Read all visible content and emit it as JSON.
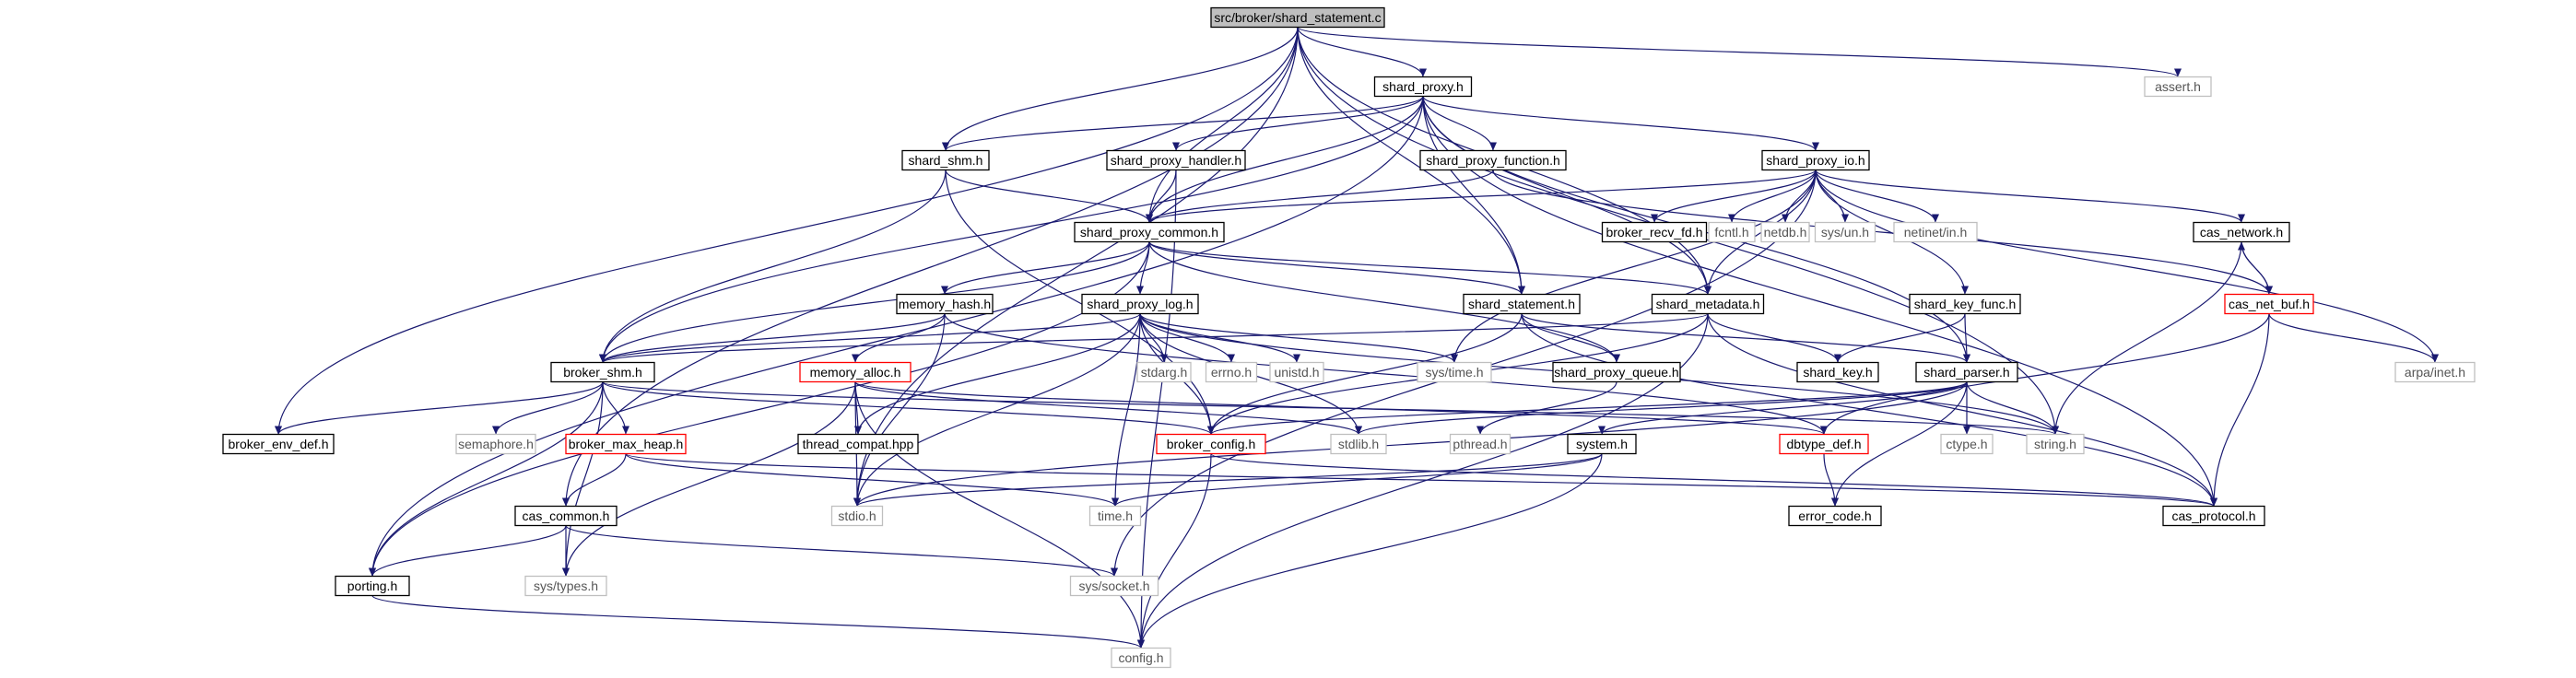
{
  "colors": {
    "edge": "#191970",
    "node_border_documented": "#000000",
    "node_border_undocumented": "#bfbfbf",
    "node_border_incomplete": "#ff0000",
    "root_fill": "#bfbfbf",
    "background": "#ffffff"
  },
  "nodes": [
    {
      "id": "root",
      "label": "src/broker/shard_statement.c",
      "style": "root"
    },
    {
      "id": "shard_proxy_h",
      "label": "shard_proxy.h",
      "style": "black"
    },
    {
      "id": "assert_h",
      "label": "assert.h",
      "style": "gray"
    },
    {
      "id": "shard_shm_h",
      "label": "shard_shm.h",
      "style": "black"
    },
    {
      "id": "shard_proxy_handler_h",
      "label": "shard_proxy_handler.h",
      "style": "black"
    },
    {
      "id": "shard_proxy_function_h",
      "label": "shard_proxy_function.h",
      "style": "black"
    },
    {
      "id": "shard_proxy_io_h",
      "label": "shard_proxy_io.h",
      "style": "black"
    },
    {
      "id": "shard_proxy_common_h",
      "label": "shard_proxy_common.h",
      "style": "black"
    },
    {
      "id": "broker_recv_fd_h",
      "label": "broker_recv_fd.h",
      "style": "black"
    },
    {
      "id": "fcntl_h",
      "label": "fcntl.h",
      "style": "gray"
    },
    {
      "id": "netdb_h",
      "label": "netdb.h",
      "style": "gray"
    },
    {
      "id": "sys_un_h",
      "label": "sys/un.h",
      "style": "gray"
    },
    {
      "id": "netinet_in_h",
      "label": "netinet/in.h",
      "style": "gray"
    },
    {
      "id": "cas_network_h",
      "label": "cas_network.h",
      "style": "black"
    },
    {
      "id": "memory_hash_h",
      "label": "memory_hash.h",
      "style": "black"
    },
    {
      "id": "shard_proxy_log_h",
      "label": "shard_proxy_log.h",
      "style": "black"
    },
    {
      "id": "shard_statement_h",
      "label": "shard_statement.h",
      "style": "black"
    },
    {
      "id": "shard_metadata_h",
      "label": "shard_metadata.h",
      "style": "black"
    },
    {
      "id": "shard_key_func_h",
      "label": "shard_key_func.h",
      "style": "black"
    },
    {
      "id": "cas_net_buf_h",
      "label": "cas_net_buf.h",
      "style": "red"
    },
    {
      "id": "broker_shm_h",
      "label": "broker_shm.h",
      "style": "black"
    },
    {
      "id": "memory_alloc_h",
      "label": "memory_alloc.h",
      "style": "red"
    },
    {
      "id": "stdarg_h",
      "label": "stdarg.h",
      "style": "gray"
    },
    {
      "id": "errno_h",
      "label": "errno.h",
      "style": "gray"
    },
    {
      "id": "unistd_h",
      "label": "unistd.h",
      "style": "gray"
    },
    {
      "id": "sys_time_h",
      "label": "sys/time.h",
      "style": "gray"
    },
    {
      "id": "shard_proxy_queue_h",
      "label": "shard_proxy_queue.h",
      "style": "black"
    },
    {
      "id": "shard_key_h",
      "label": "shard_key.h",
      "style": "black"
    },
    {
      "id": "shard_parser_h",
      "label": "shard_parser.h",
      "style": "black"
    },
    {
      "id": "arpa_inet_h",
      "label": "arpa/inet.h",
      "style": "gray"
    },
    {
      "id": "broker_env_def_h",
      "label": "broker_env_def.h",
      "style": "black"
    },
    {
      "id": "semaphore_h",
      "label": "semaphore.h",
      "style": "gray"
    },
    {
      "id": "broker_max_heap_h",
      "label": "broker_max_heap.h",
      "style": "red"
    },
    {
      "id": "thread_compat_hpp",
      "label": "thread_compat.hpp",
      "style": "black"
    },
    {
      "id": "broker_config_h",
      "label": "broker_config.h",
      "style": "red"
    },
    {
      "id": "stdlib_h",
      "label": "stdlib.h",
      "style": "gray"
    },
    {
      "id": "pthread_h",
      "label": "pthread.h",
      "style": "gray"
    },
    {
      "id": "dbtype_def_h",
      "label": "dbtype_def.h",
      "style": "red"
    },
    {
      "id": "ctype_h",
      "label": "ctype.h",
      "style": "gray"
    },
    {
      "id": "string_h",
      "label": "string.h",
      "style": "gray"
    },
    {
      "id": "system_h",
      "label": "system.h",
      "style": "black"
    },
    {
      "id": "cas_common_h",
      "label": "cas_common.h",
      "style": "black"
    },
    {
      "id": "stdio_h",
      "label": "stdio.h",
      "style": "gray"
    },
    {
      "id": "time_h",
      "label": "time.h",
      "style": "gray"
    },
    {
      "id": "error_code_h",
      "label": "error_code.h",
      "style": "black"
    },
    {
      "id": "cas_protocol_h",
      "label": "cas_protocol.h",
      "style": "black"
    },
    {
      "id": "porting_h",
      "label": "porting.h",
      "style": "black"
    },
    {
      "id": "sys_types_h",
      "label": "sys/types.h",
      "style": "gray"
    },
    {
      "id": "sys_socket_h",
      "label": "sys/socket.h",
      "style": "gray"
    },
    {
      "id": "config_h",
      "label": "config.h",
      "style": "gray"
    }
  ],
  "edges": [
    [
      "root",
      "shard_proxy_h"
    ],
    [
      "root",
      "assert_h"
    ],
    [
      "root",
      "shard_shm_h"
    ],
    [
      "root",
      "shard_proxy_common_h"
    ],
    [
      "root",
      "shard_statement_h"
    ],
    [
      "root",
      "shard_metadata_h"
    ],
    [
      "root",
      "broker_env_def_h"
    ],
    [
      "root",
      "cas_common_h"
    ],
    [
      "root",
      "stdio_h"
    ],
    [
      "root",
      "string_h"
    ],
    [
      "shard_proxy_h",
      "shard_shm_h"
    ],
    [
      "shard_proxy_h",
      "shard_proxy_handler_h"
    ],
    [
      "shard_proxy_h",
      "shard_proxy_function_h"
    ],
    [
      "shard_proxy_h",
      "shard_proxy_io_h"
    ],
    [
      "shard_proxy_h",
      "shard_statement_h"
    ],
    [
      "shard_proxy_h",
      "shard_metadata_h"
    ],
    [
      "shard_proxy_h",
      "broker_shm_h"
    ],
    [
      "shard_proxy_h",
      "shard_parser_h"
    ],
    [
      "shard_proxy_h",
      "cas_protocol_h"
    ],
    [
      "shard_proxy_h",
      "shard_proxy_common_h"
    ],
    [
      "shard_proxy_h",
      "porting_h"
    ],
    [
      "shard_shm_h",
      "shard_proxy_common_h"
    ],
    [
      "shard_shm_h",
      "broker_shm_h"
    ],
    [
      "shard_shm_h",
      "broker_config_h"
    ],
    [
      "shard_proxy_handler_h",
      "shard_proxy_common_h"
    ],
    [
      "shard_proxy_handler_h",
      "config_h"
    ],
    [
      "shard_proxy_function_h",
      "shard_proxy_common_h"
    ],
    [
      "shard_proxy_function_h",
      "cas_net_buf_h"
    ],
    [
      "shard_proxy_io_h",
      "shard_proxy_common_h"
    ],
    [
      "shard_proxy_io_h",
      "broker_recv_fd_h"
    ],
    [
      "shard_proxy_io_h",
      "fcntl_h"
    ],
    [
      "shard_proxy_io_h",
      "netdb_h"
    ],
    [
      "shard_proxy_io_h",
      "sys_un_h"
    ],
    [
      "shard_proxy_io_h",
      "netinet_in_h"
    ],
    [
      "shard_proxy_io_h",
      "cas_network_h"
    ],
    [
      "shard_proxy_io_h",
      "sys_time_h"
    ],
    [
      "shard_proxy_io_h",
      "shard_key_func_h"
    ],
    [
      "shard_proxy_io_h",
      "arpa_inet_h"
    ],
    [
      "shard_proxy_io_h",
      "sys_socket_h"
    ],
    [
      "shard_proxy_io_h",
      "shard_metadata_h"
    ],
    [
      "shard_proxy_common_h",
      "memory_hash_h"
    ],
    [
      "shard_proxy_common_h",
      "shard_proxy_log_h"
    ],
    [
      "shard_proxy_common_h",
      "shard_statement_h"
    ],
    [
      "shard_proxy_common_h",
      "broker_shm_h"
    ],
    [
      "shard_proxy_common_h",
      "shard_proxy_queue_h"
    ],
    [
      "shard_proxy_common_h",
      "porting_h"
    ],
    [
      "shard_proxy_common_h",
      "shard_metadata_h"
    ],
    [
      "cas_network_h",
      "cas_net_buf_h"
    ],
    [
      "cas_network_h",
      "string_h"
    ],
    [
      "cas_net_buf_h",
      "cas_network_h"
    ],
    [
      "cas_net_buf_h",
      "arpa_inet_h"
    ],
    [
      "cas_net_buf_h",
      "cas_protocol_h"
    ],
    [
      "cas_net_buf_h",
      "dbtype_def_h"
    ],
    [
      "memory_hash_h",
      "memory_alloc_h"
    ],
    [
      "memory_hash_h",
      "broker_shm_h"
    ],
    [
      "memory_hash_h",
      "stdio_h"
    ],
    [
      "memory_hash_h",
      "dbtype_def_h"
    ],
    [
      "shard_proxy_log_h",
      "broker_shm_h"
    ],
    [
      "shard_proxy_log_h",
      "stdarg_h"
    ],
    [
      "shard_proxy_log_h",
      "errno_h"
    ],
    [
      "shard_proxy_log_h",
      "unistd_h"
    ],
    [
      "shard_proxy_log_h",
      "sys_time_h"
    ],
    [
      "shard_proxy_log_h",
      "stdlib_h"
    ],
    [
      "shard_proxy_log_h",
      "broker_config_h"
    ],
    [
      "shard_proxy_log_h",
      "time_h"
    ],
    [
      "shard_proxy_log_h",
      "thread_compat_hpp"
    ],
    [
      "shard_proxy_log_h",
      "string_h"
    ],
    [
      "shard_proxy_log_h",
      "stdio_h"
    ],
    [
      "shard_statement_h",
      "shard_proxy_queue_h"
    ],
    [
      "shard_statement_h",
      "shard_parser_h"
    ],
    [
      "shard_statement_h",
      "broker_config_h"
    ],
    [
      "shard_statement_h",
      "cas_protocol_h"
    ],
    [
      "shard_metadata_h",
      "shard_key_h"
    ],
    [
      "shard_metadata_h",
      "broker_shm_h"
    ],
    [
      "shard_metadata_h",
      "broker_config_h"
    ],
    [
      "shard_metadata_h",
      "cas_protocol_h"
    ],
    [
      "shard_metadata_h",
      "config_h"
    ],
    [
      "shard_key_func_h",
      "shard_key_h"
    ],
    [
      "shard_key_func_h",
      "shard_parser_h"
    ],
    [
      "broker_shm_h",
      "broker_env_def_h"
    ],
    [
      "broker_shm_h",
      "semaphore_h"
    ],
    [
      "broker_shm_h",
      "broker_max_heap_h"
    ],
    [
      "broker_shm_h",
      "broker_config_h"
    ],
    [
      "broker_shm_h",
      "porting_h"
    ],
    [
      "broker_shm_h",
      "sys_types_h"
    ],
    [
      "broker_shm_h",
      "string_h"
    ],
    [
      "memory_alloc_h",
      "thread_compat_hpp"
    ],
    [
      "memory_alloc_h",
      "stdlib_h"
    ],
    [
      "memory_alloc_h",
      "stdio_h"
    ],
    [
      "memory_alloc_h",
      "sys_types_h"
    ],
    [
      "memory_alloc_h",
      "config_h"
    ],
    [
      "memory_alloc_h",
      "dbtype_def_h"
    ],
    [
      "shard_proxy_queue_h",
      "pthread_h"
    ],
    [
      "shard_parser_h",
      "ctype_h"
    ],
    [
      "shard_parser_h",
      "string_h"
    ],
    [
      "shard_parser_h",
      "system_h"
    ],
    [
      "shard_parser_h",
      "error_code_h"
    ],
    [
      "shard_parser_h",
      "stdlib_h"
    ],
    [
      "shard_parser_h",
      "stdio_h"
    ],
    [
      "shard_parser_h",
      "broker_config_h"
    ],
    [
      "broker_max_heap_h",
      "cas_common_h"
    ],
    [
      "broker_max_heap_h",
      "time_h"
    ],
    [
      "broker_max_heap_h",
      "cas_protocol_h"
    ],
    [
      "broker_config_h",
      "config_h"
    ],
    [
      "broker_config_h",
      "cas_protocol_h"
    ],
    [
      "dbtype_def_h",
      "error_code_h"
    ],
    [
      "system_h",
      "config_h"
    ],
    [
      "system_h",
      "stdio_h"
    ],
    [
      "system_h",
      "time_h"
    ],
    [
      "cas_common_h",
      "porting_h"
    ],
    [
      "cas_common_h",
      "sys_types_h"
    ],
    [
      "cas_common_h",
      "sys_socket_h"
    ],
    [
      "porting_h",
      "config_h"
    ]
  ]
}
